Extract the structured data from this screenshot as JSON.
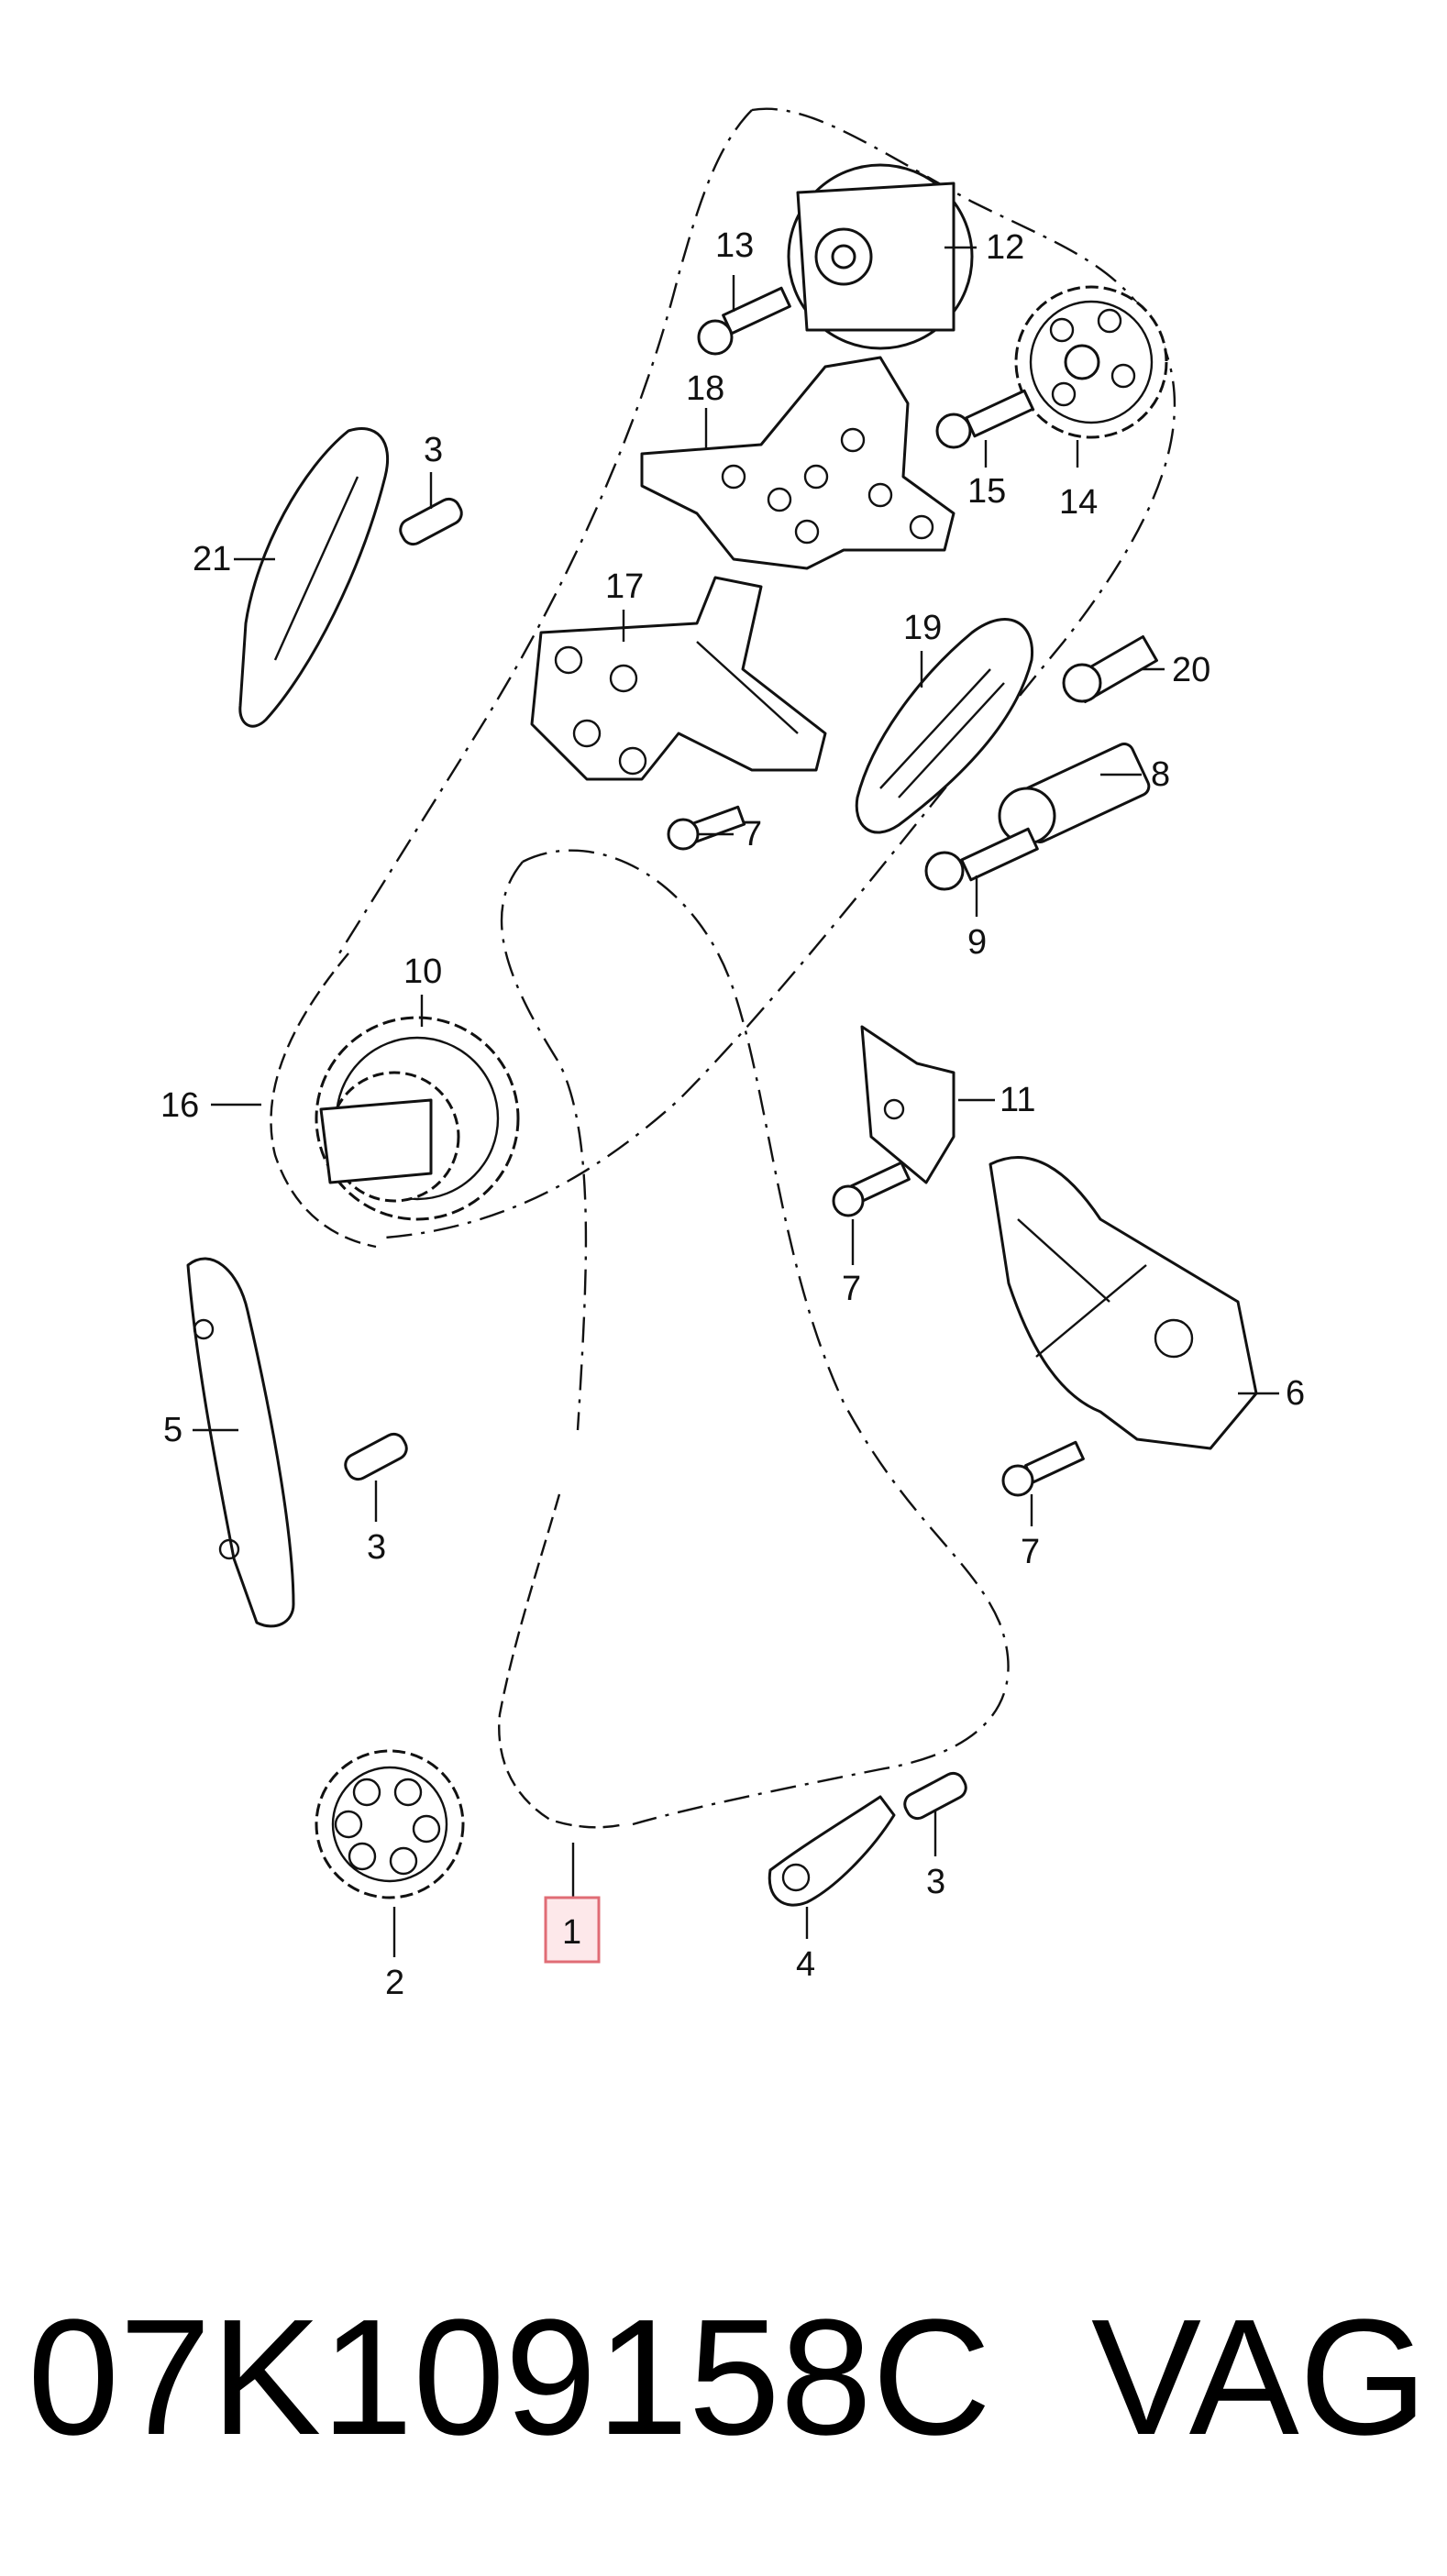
{
  "callouts": {
    "c1": "1",
    "c2": "2",
    "c3a": "3",
    "c3b": "3",
    "c3c": "3",
    "c4": "4",
    "c5": "5",
    "c6": "6",
    "c7a": "7",
    "c7b": "7",
    "c7c": "7",
    "c8": "8",
    "c9": "9",
    "c10": "10",
    "c11": "11",
    "c12": "12",
    "c13": "13",
    "c14": "14",
    "c15": "15",
    "c16": "16",
    "c17": "17",
    "c18": "18",
    "c19": "19",
    "c20": "20",
    "c21": "21"
  },
  "highlighted_callout": "1",
  "highlight_color": "#e06c75",
  "footer": {
    "part_number": "07K109158C",
    "brand": "VAG"
  }
}
